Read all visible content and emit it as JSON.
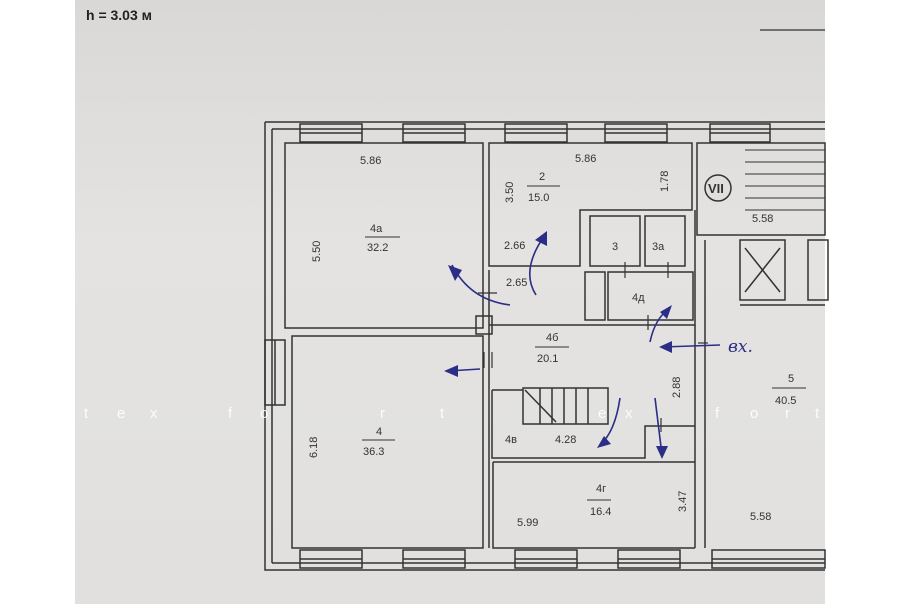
{
  "header": {
    "height_label": "h = 3.03 м"
  },
  "rooms": [
    {
      "id": "4а",
      "area": "32.2",
      "dims": [
        "5.86",
        "5.50"
      ]
    },
    {
      "id": "2",
      "area": "15.0",
      "dims": [
        "5.86",
        "3.50",
        "1.78",
        "2.66"
      ]
    },
    {
      "id": "3"
    },
    {
      "id": "3а"
    },
    {
      "id": "4д"
    },
    {
      "id": "4б",
      "area": "20.1",
      "dims": [
        "2.88"
      ]
    },
    {
      "id": "4",
      "area": "36.3",
      "dims": [
        "6.18"
      ]
    },
    {
      "id": "4в",
      "dims": [
        "4.28"
      ]
    },
    {
      "id": "4г",
      "area": "16.4",
      "dims": [
        "5.99",
        "3.47"
      ]
    },
    {
      "id": "5",
      "area": "40.5",
      "dims": [
        "5.58"
      ]
    }
  ],
  "corridor_dim": "2.65",
  "stair": {
    "label": "VII",
    "dim": "5.58"
  },
  "entrance_note": "вх.",
  "watermark": [
    "t",
    "e",
    "x",
    "f",
    "o",
    "r",
    "t",
    "e",
    "x",
    "f",
    "o",
    "r",
    "t"
  ]
}
